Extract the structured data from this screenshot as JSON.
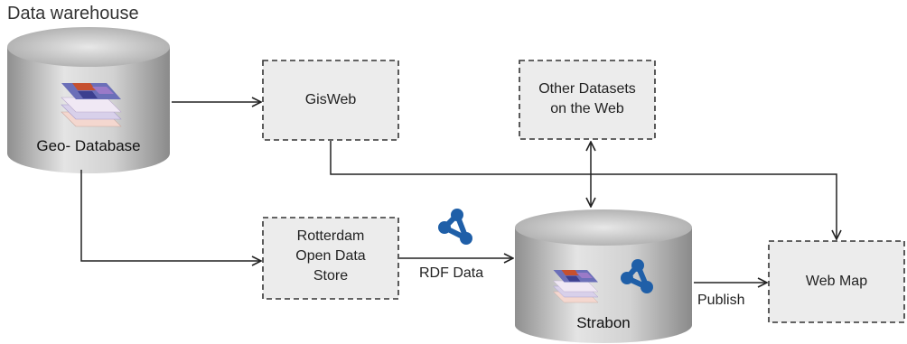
{
  "title": "Data warehouse",
  "nodes": {
    "geo_database": {
      "label": "Geo- Database"
    },
    "gisweb": {
      "label": "GisWeb"
    },
    "other_datasets": {
      "line1": "Other Datasets",
      "line2": "on the Web"
    },
    "rotterdam": {
      "line1": "Rotterdam",
      "line2": "Open Data",
      "line3": "Store"
    },
    "strabon": {
      "label": "Strabon"
    },
    "web_map": {
      "label": "Web Map"
    }
  },
  "edges": {
    "rdf_data": "RDF Data",
    "publish": "Publish"
  },
  "colors": {
    "cylinder_light": "#dcdcdc",
    "cylinder_dark": "#8f8f8f",
    "box_fill": "#ececec",
    "box_border": "#333333",
    "arrow": "#222222",
    "rdf_icon": "#1f5fa8"
  },
  "icons": [
    "map-layers-icon",
    "rdf-graph-icon"
  ]
}
